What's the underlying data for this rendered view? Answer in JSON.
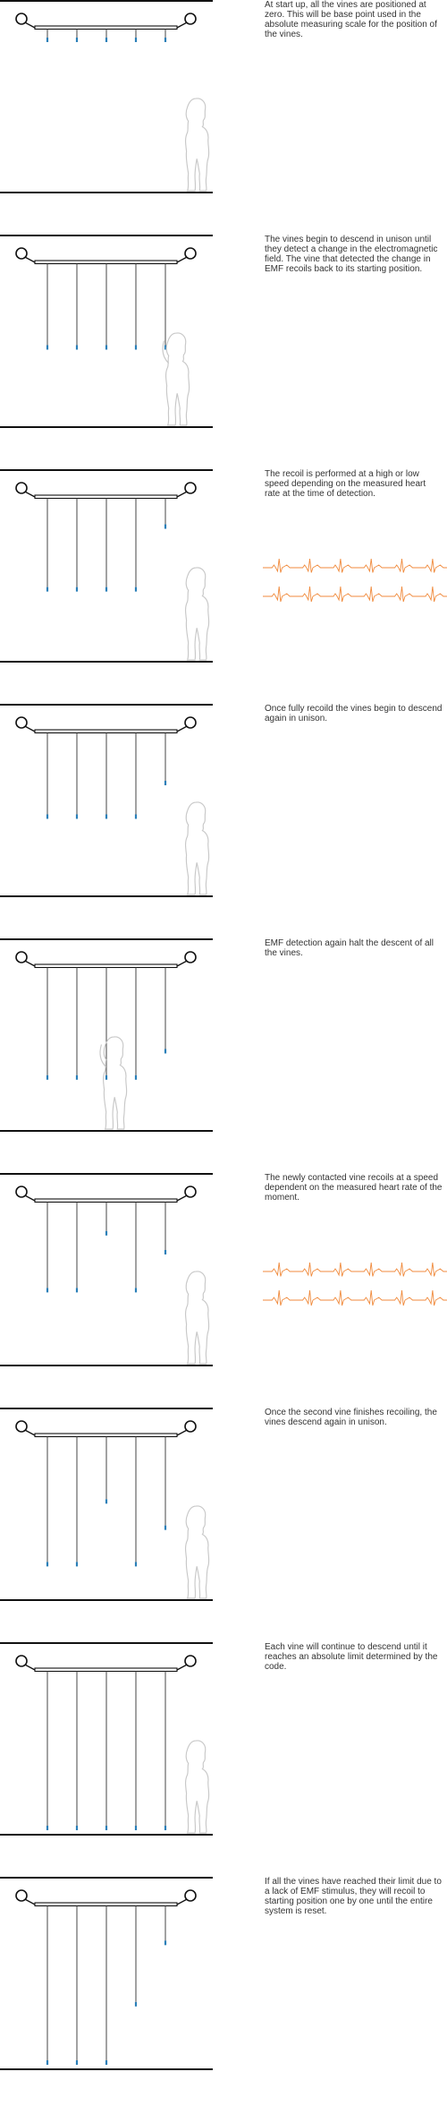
{
  "colors": {
    "vine": "#2a7fb8",
    "wire": "#444444",
    "frame": "#111111",
    "figure": "#c8c8c8",
    "ecg": "#f08a3c"
  },
  "icon": "person-silhouette",
  "panels": [
    {
      "caption": "At start up, all the vines are positioned at zero. This will be base point used in the absolute measuring scale for the position of the vines.",
      "vines": [
        0,
        0,
        0,
        0,
        0
      ],
      "figure": "right",
      "ecg": false
    },
    {
      "caption": "The vines begin to descend in unison until they detect a change in the electromagnetic field. The vine that detected the change in EMF recoils back to its starting position.",
      "vines": [
        0.5,
        0.5,
        0.5,
        0.5,
        0.5
      ],
      "figure": "reaching",
      "ecg": false
    },
    {
      "caption": "The recoil is performed at a high or low speed depending on the measured heart rate at the time of detection.",
      "vines": [
        0.55,
        0.55,
        0.55,
        0.55,
        0.12
      ],
      "figure": "right",
      "ecg": true
    },
    {
      "caption": "Once fully recoild the vines begin to descend again in unison.",
      "vines": [
        0.5,
        0.5,
        0.5,
        0.5,
        0.27
      ],
      "figure": "right",
      "ecg": false
    },
    {
      "caption": "EMF detection again halt the descent of all the vines.",
      "vines": [
        0.68,
        0.68,
        0.68,
        0.68,
        0.5
      ],
      "figure": "center",
      "ecg": false
    },
    {
      "caption": "The newly contacted vine recoils at a speed dependent on the measured heart rate of the moment.",
      "vines": [
        0.53,
        0.53,
        0.14,
        0.53,
        0.27
      ],
      "figure": "right",
      "ecg": true
    },
    {
      "caption": "Once the second vine finishes recoiling, the vines descend again in unison.",
      "vines": [
        0.8,
        0.8,
        0.37,
        0.8,
        0.55
      ],
      "figure": "right",
      "ecg": false
    },
    {
      "caption": "Each vine will continue to descend until it reaches an absolute limit determined by the code.",
      "vines": [
        1,
        1,
        1,
        1,
        1
      ],
      "figure": "right",
      "ecg": false
    },
    {
      "caption": "If all the vines have reached their limit due to a lack of EMF stimulus, they will recoil to starting position one by one until the entire system is reset.",
      "vines": [
        1,
        1,
        1,
        0.6,
        0.18
      ],
      "figure": "none",
      "ecg": false
    }
  ]
}
